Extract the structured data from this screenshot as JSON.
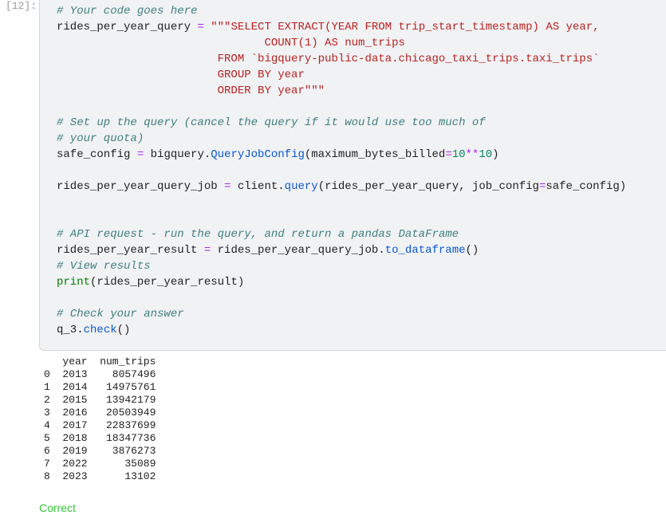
{
  "cell": {
    "prompt": "[12]:",
    "lines": [
      [
        [
          "c",
          "# Your code goes here"
        ]
      ],
      [
        [
          "t",
          "rides_per_year_query "
        ],
        [
          "o",
          "="
        ],
        [
          "t",
          " "
        ],
        [
          "s",
          "\"\"\"SELECT EXTRACT(YEAR FROM trip_start_timestamp) AS year,"
        ]
      ],
      [
        [
          "s",
          "                               COUNT(1) AS num_trips"
        ]
      ],
      [
        [
          "s",
          "                        FROM `bigquery-public-data.chicago_taxi_trips.taxi_trips`"
        ]
      ],
      [
        [
          "s",
          "                        GROUP BY year"
        ]
      ],
      [
        [
          "s",
          "                        ORDER BY year\"\"\""
        ]
      ],
      [],
      [
        [
          "c",
          "# Set up the query (cancel the query if it would use too much of"
        ]
      ],
      [
        [
          "c",
          "# your quota)"
        ]
      ],
      [
        [
          "t",
          "safe_config "
        ],
        [
          "o",
          "="
        ],
        [
          "t",
          " bigquery."
        ],
        [
          "f",
          "QueryJobConfig"
        ],
        [
          "t",
          "(maximum_bytes_billed"
        ],
        [
          "o",
          "="
        ],
        [
          "n",
          "10"
        ],
        [
          "o",
          "**"
        ],
        [
          "n",
          "10"
        ],
        [
          "t",
          ")"
        ]
      ],
      [],
      [
        [
          "t",
          "rides_per_year_query_job "
        ],
        [
          "o",
          "="
        ],
        [
          "t",
          " client."
        ],
        [
          "f",
          "query"
        ],
        [
          "t",
          "(rides_per_year_query, job_config"
        ],
        [
          "o",
          "="
        ],
        [
          "t",
          "safe_config)"
        ]
      ],
      [],
      [],
      [
        [
          "c",
          "# API request - run the query, and return a pandas DataFrame"
        ]
      ],
      [
        [
          "t",
          "rides_per_year_result "
        ],
        [
          "o",
          "="
        ],
        [
          "t",
          " rides_per_year_query_job."
        ],
        [
          "f",
          "to_dataframe"
        ],
        [
          "t",
          "()"
        ]
      ],
      [
        [
          "c",
          "# View results"
        ]
      ],
      [
        [
          "b",
          "print"
        ],
        [
          "t",
          "(rides_per_year_result)"
        ]
      ],
      [],
      [
        [
          "c",
          "# Check your answer"
        ]
      ],
      [
        [
          "t",
          "q_3."
        ],
        [
          "f",
          "check"
        ],
        [
          "t",
          "()"
        ]
      ]
    ]
  },
  "output": {
    "columns": [
      "year",
      "num_trips"
    ],
    "rows": [
      [
        "0",
        "2013",
        "8057496"
      ],
      [
        "1",
        "2014",
        "14975761"
      ],
      [
        "2",
        "2015",
        "13942179"
      ],
      [
        "3",
        "2016",
        "20503949"
      ],
      [
        "4",
        "2017",
        "22837699"
      ],
      [
        "5",
        "2018",
        "18347736"
      ],
      [
        "6",
        "2019",
        "3876273"
      ],
      [
        "7",
        "2022",
        "35089"
      ],
      [
        "8",
        "2023",
        "13102"
      ]
    ],
    "status": "Correct"
  }
}
